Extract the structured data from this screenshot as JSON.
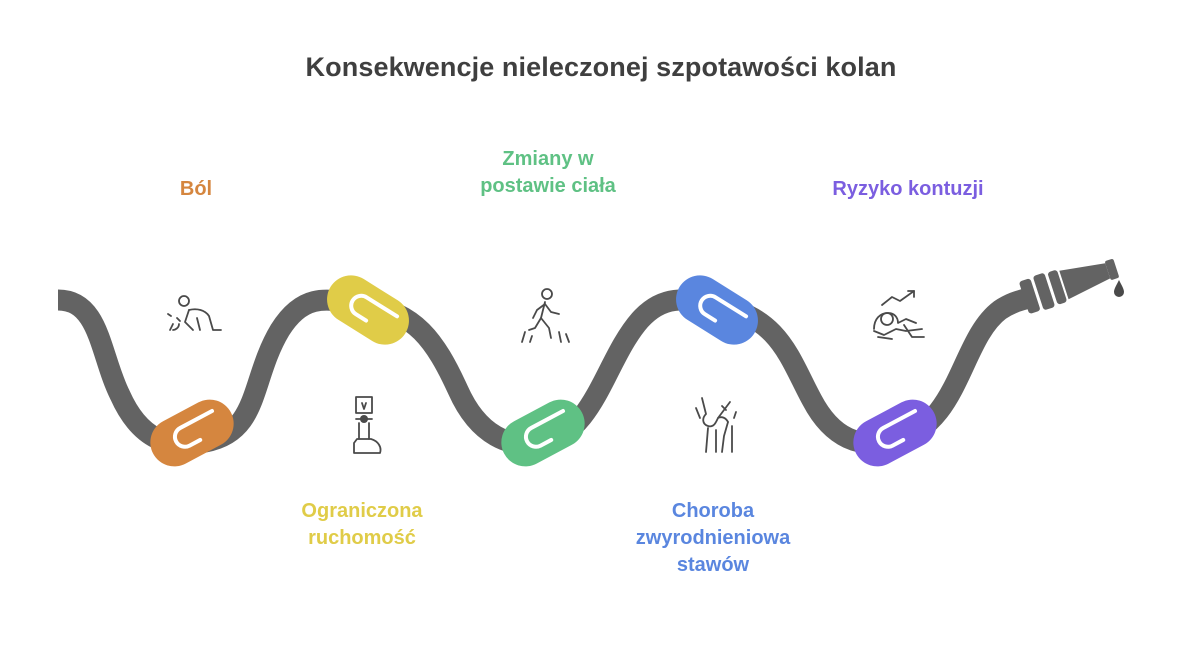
{
  "title": "Konsekwencje nieleczonej szpotawości kolan",
  "steps": [
    {
      "label": "Ból",
      "color": "#d5863f",
      "icon": "crawling-person-pain-icon",
      "position": "top"
    },
    {
      "label": "Ograniczona\nruchomość",
      "color": "#e0cc48",
      "icon": "prosthetic-leg-icon",
      "position": "bottom"
    },
    {
      "label": "Zmiany w\npostawie ciała",
      "color": "#5fc184",
      "icon": "walking-person-icon",
      "position": "top"
    },
    {
      "label": "Choroba\nzwyrodnieniowa\nstawów",
      "color": "#5a86df",
      "icon": "knee-joint-icon",
      "position": "bottom"
    },
    {
      "label": "Ryzyko kontuzji",
      "color": "#7b5ee0",
      "icon": "injured-person-rising-arrow-icon",
      "position": "top"
    }
  ],
  "colors": {
    "hose": "#636363",
    "title": "#3f3f3f",
    "icon": "#4a4a4a",
    "drop": "#4a4a4a"
  }
}
